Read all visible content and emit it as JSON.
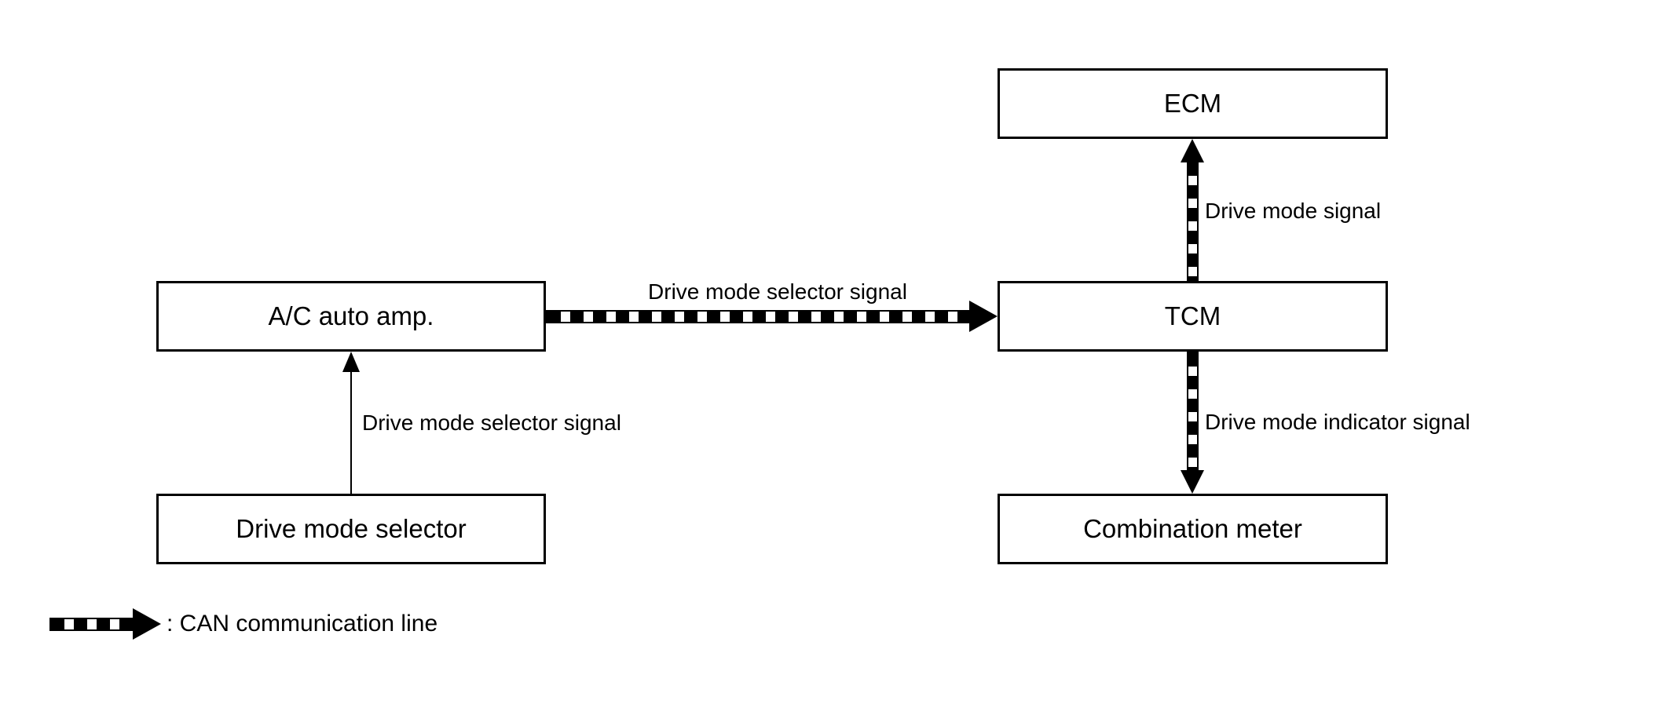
{
  "colors": {
    "ink": "#000000",
    "paper": "#ffffff",
    "box_fill": "#ffffff"
  },
  "nodes": {
    "ecm": "ECM",
    "tcm": "TCM",
    "combination_meter": "Combination meter",
    "ac_auto_amp": "A/C auto amp.",
    "drive_mode_selector": "Drive mode selector"
  },
  "edges": {
    "selector_to_ac": {
      "label": "Drive mode selector signal",
      "type": "direct-line"
    },
    "ac_to_tcm": {
      "label": "Drive mode selector signal",
      "type": "can-line"
    },
    "tcm_to_ecm": {
      "label": "Drive mode signal",
      "type": "can-line"
    },
    "tcm_to_meter": {
      "label": "Drive mode indicator signal",
      "type": "can-line"
    }
  },
  "legend": {
    "can_line_label": ": CAN communication line"
  }
}
